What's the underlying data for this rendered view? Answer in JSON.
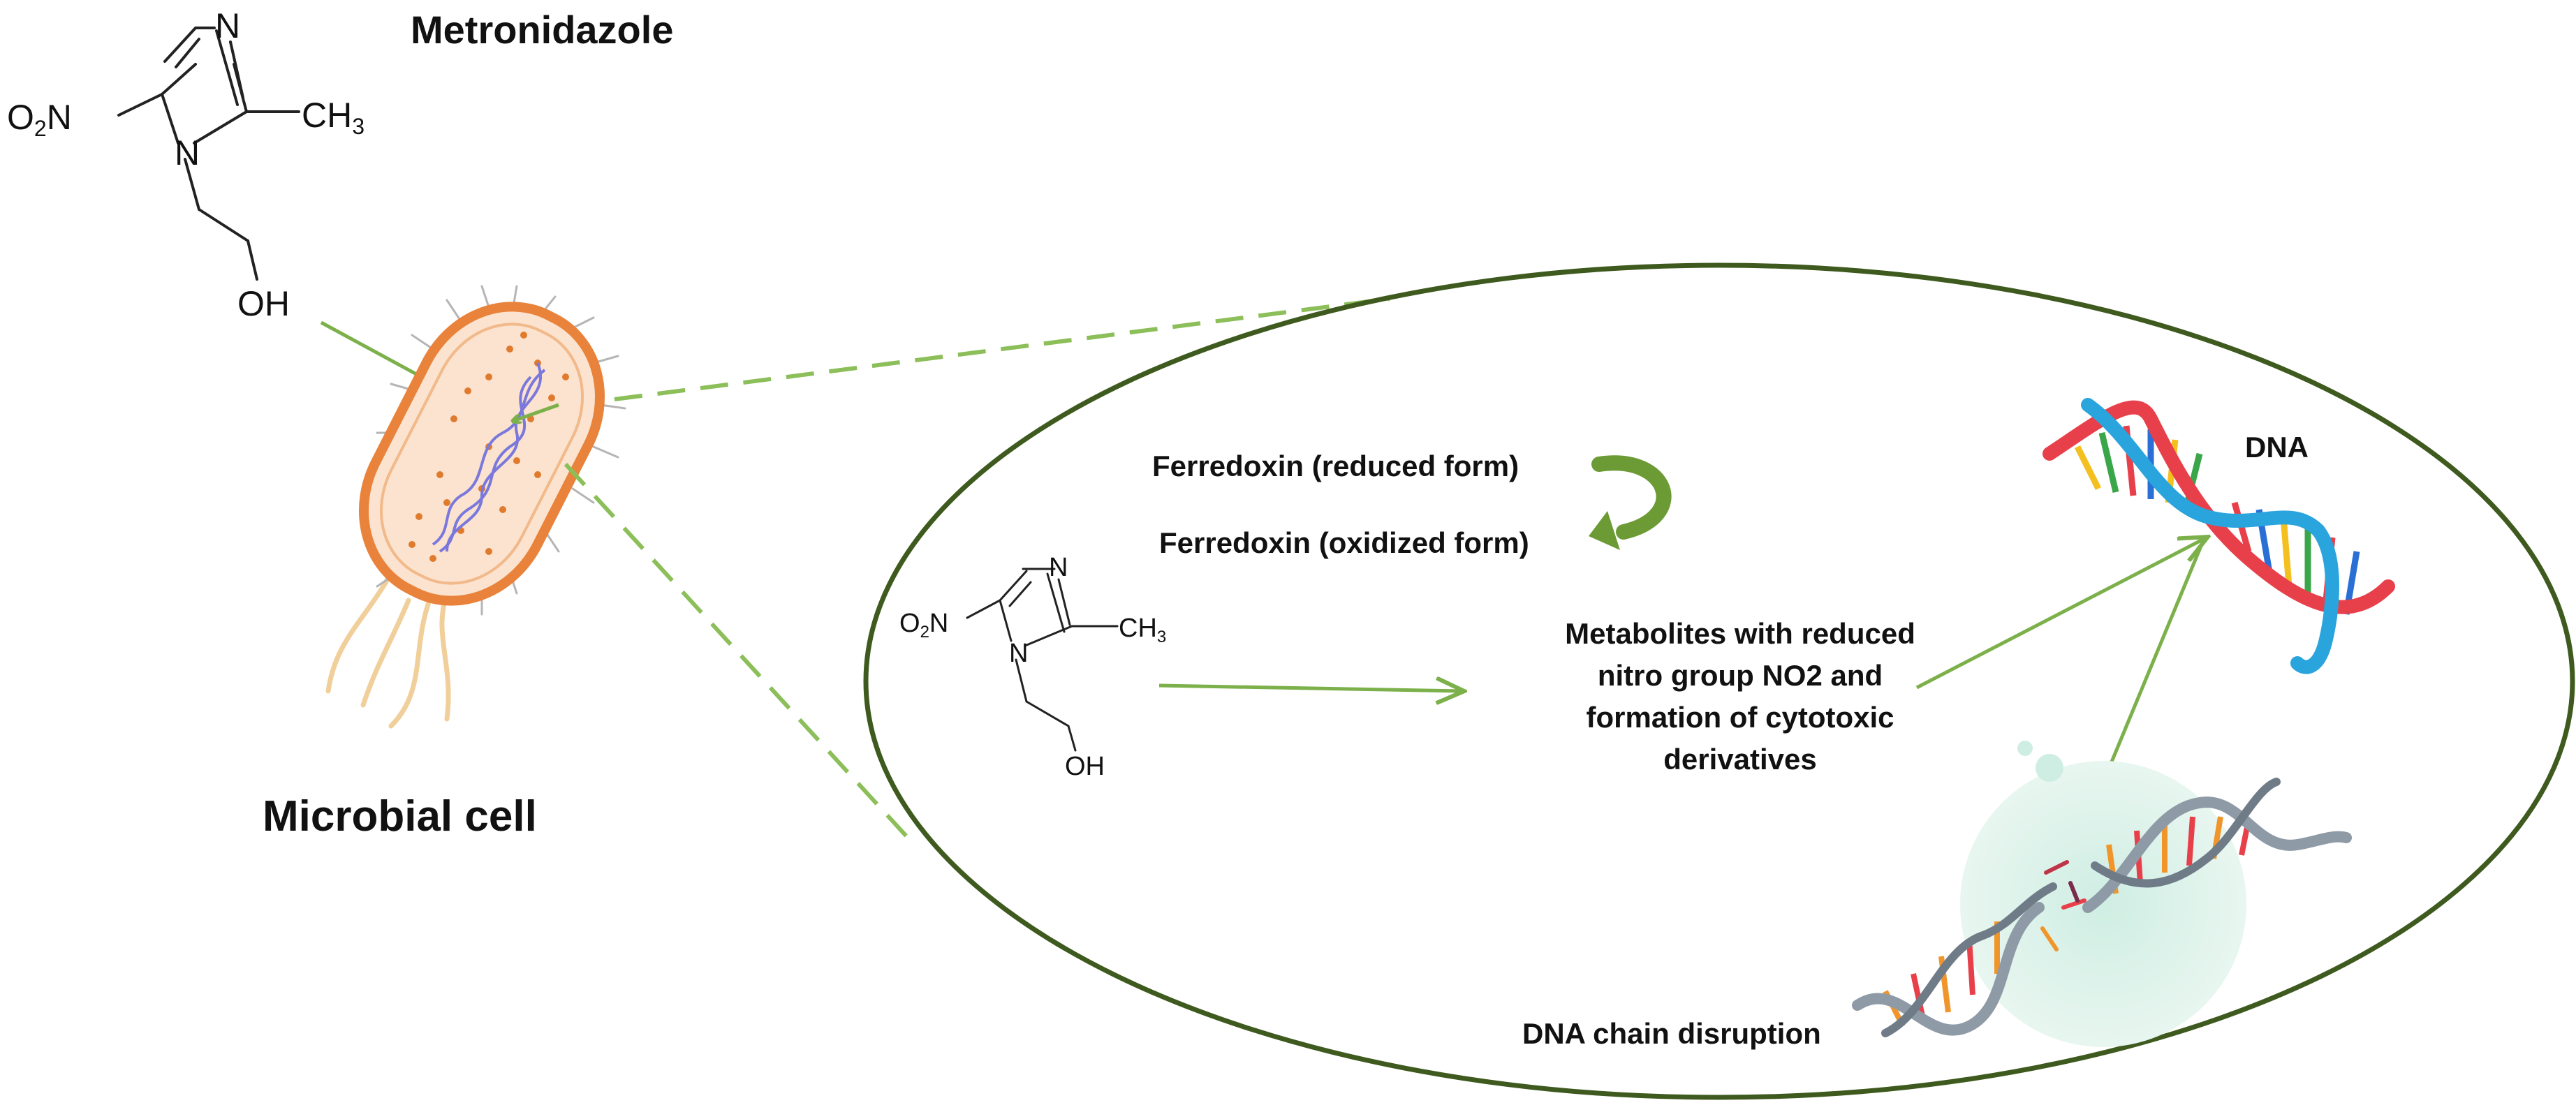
{
  "title": "Metronidazole",
  "microbial_cell_label": "Microbial cell",
  "molecule_large": {
    "n_label": "N",
    "n1_label": "N",
    "nitro_o": "O",
    "nitro_sub": "2",
    "nitro_n": "N",
    "methyl_c": "CH",
    "methyl_sub": "3",
    "hydroxyl": "OH"
  },
  "molecule_small": {
    "n_label": "N",
    "n1_label": "N",
    "nitro_o": "O",
    "nitro_sub": "2",
    "nitro_n": "N",
    "methyl_c": "CH",
    "methyl_sub": "3",
    "hydroxyl": "OH"
  },
  "ferredoxin_reduced": "Ferredoxin (reduced form)",
  "ferredoxin_oxidized": "Ferredoxin (oxidized form)",
  "metabolites_lines": [
    "Metabolites with reduced",
    "nitro group NO2 and",
    "formation of cytotoxic",
    "derivatives"
  ],
  "dna_label": "DNA",
  "dna_disruption_label": "DNA chain disruption",
  "colors": {
    "arrow_green": "#7cb04a",
    "ellipse_outline": "#3e5a1e",
    "cell_wall": "#e9823a",
    "cell_fill": "#fbe3cf",
    "dna_blue": "#29a4dc",
    "dna_red": "#e8404a",
    "dna_gray": "#8e9aa6",
    "halo": "#cfe9df"
  }
}
